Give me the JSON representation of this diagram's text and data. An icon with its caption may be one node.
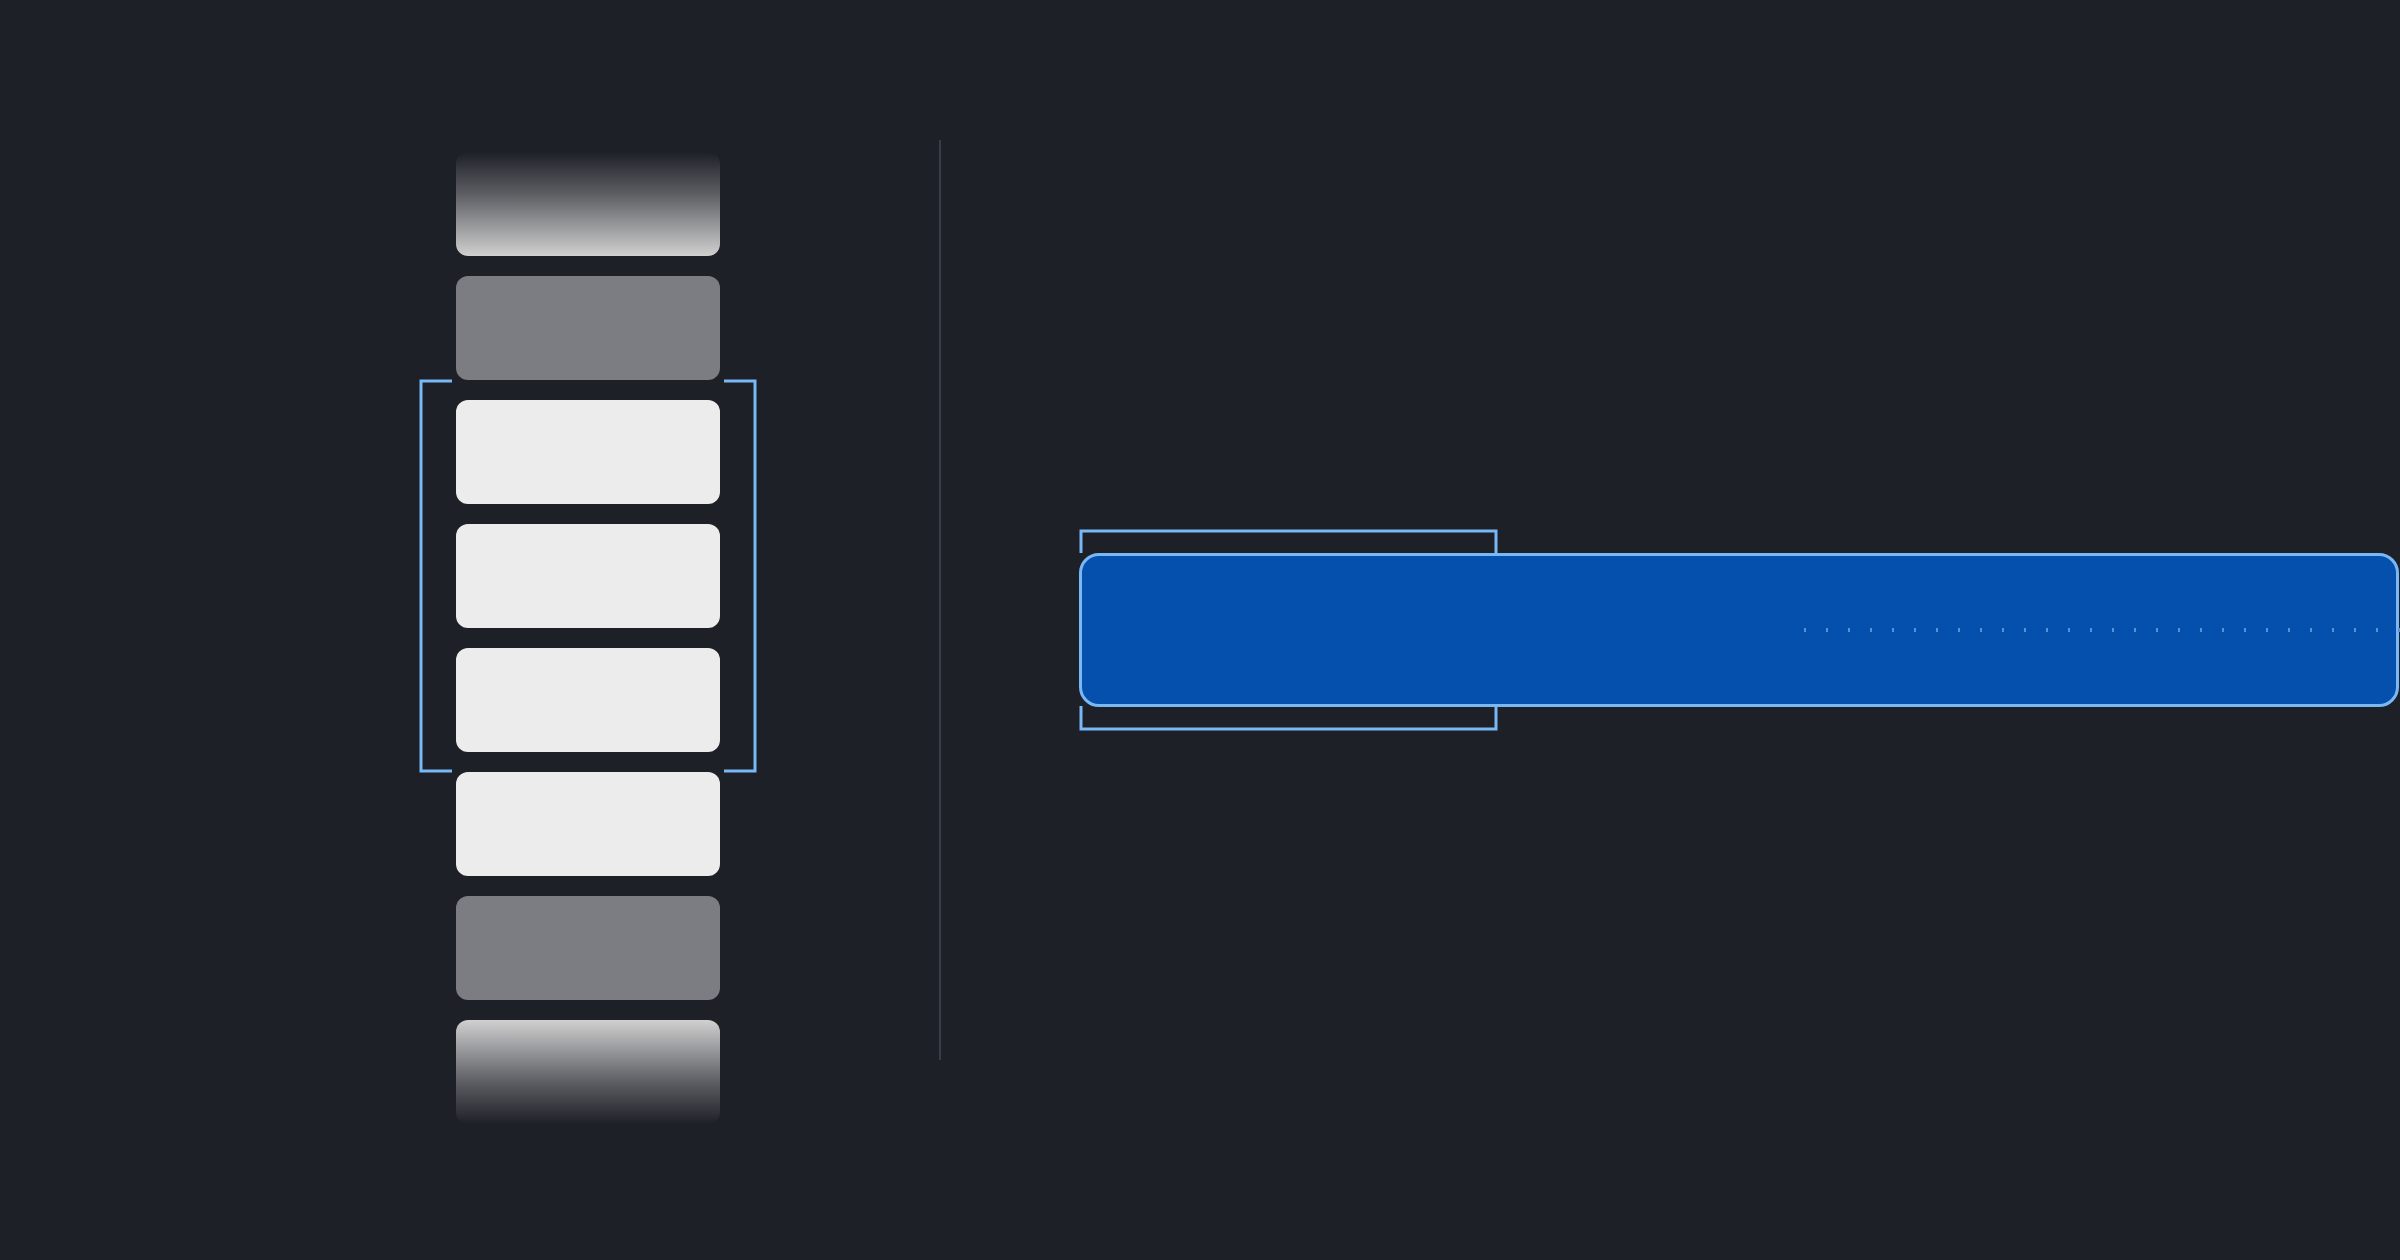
{
  "diagram": {
    "nodes": [
      {
        "text": [],
        "shape": "box"
      },
      {
        "text": [],
        "shape": "box"
      },
      {
        "text": [],
        "shape": "box"
      },
      {
        "text": [],
        "shape": "box"
      },
      {
        "text": [],
        "shape": "box"
      },
      {
        "text": [],
        "shape": "box"
      },
      {
        "text": [],
        "shape": "box"
      },
      {
        "text": [],
        "shape": "box"
      },
      {
        "text": [],
        "shape": "bar"
      }
    ]
  }
}
